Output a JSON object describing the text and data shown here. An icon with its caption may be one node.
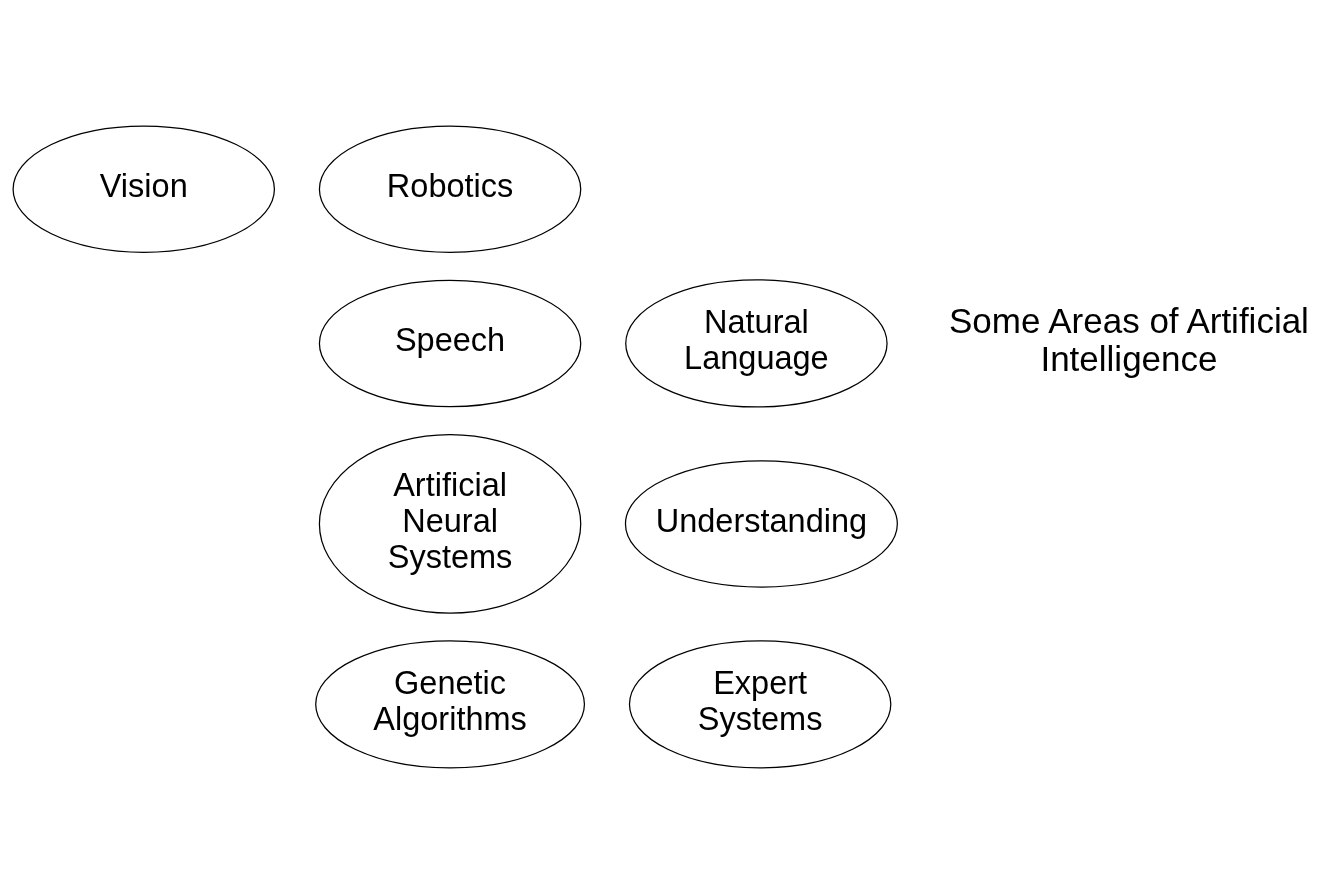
{
  "diagram": {
    "nodes": [
      {
        "text": [
          "Vision"
        ]
      },
      {
        "text": [
          "Robotics"
        ]
      },
      {
        "text": [
          "Natural Language"
        ]
      },
      {
        "text": [
          "Speech"
        ]
      },
      {
        "text": [
          "Understanding"
        ]
      },
      {
        "text": [
          "Artificial Neural Systems"
        ]
      },
      {
        "text": [
          "Expert Systems"
        ]
      },
      {
        "text": [
          "Genetic Algorithms"
        ]
      }
    ],
    "edges": [],
    "labels": [
      "Some Areas of Artificial Intelligence"
    ]
  }
}
